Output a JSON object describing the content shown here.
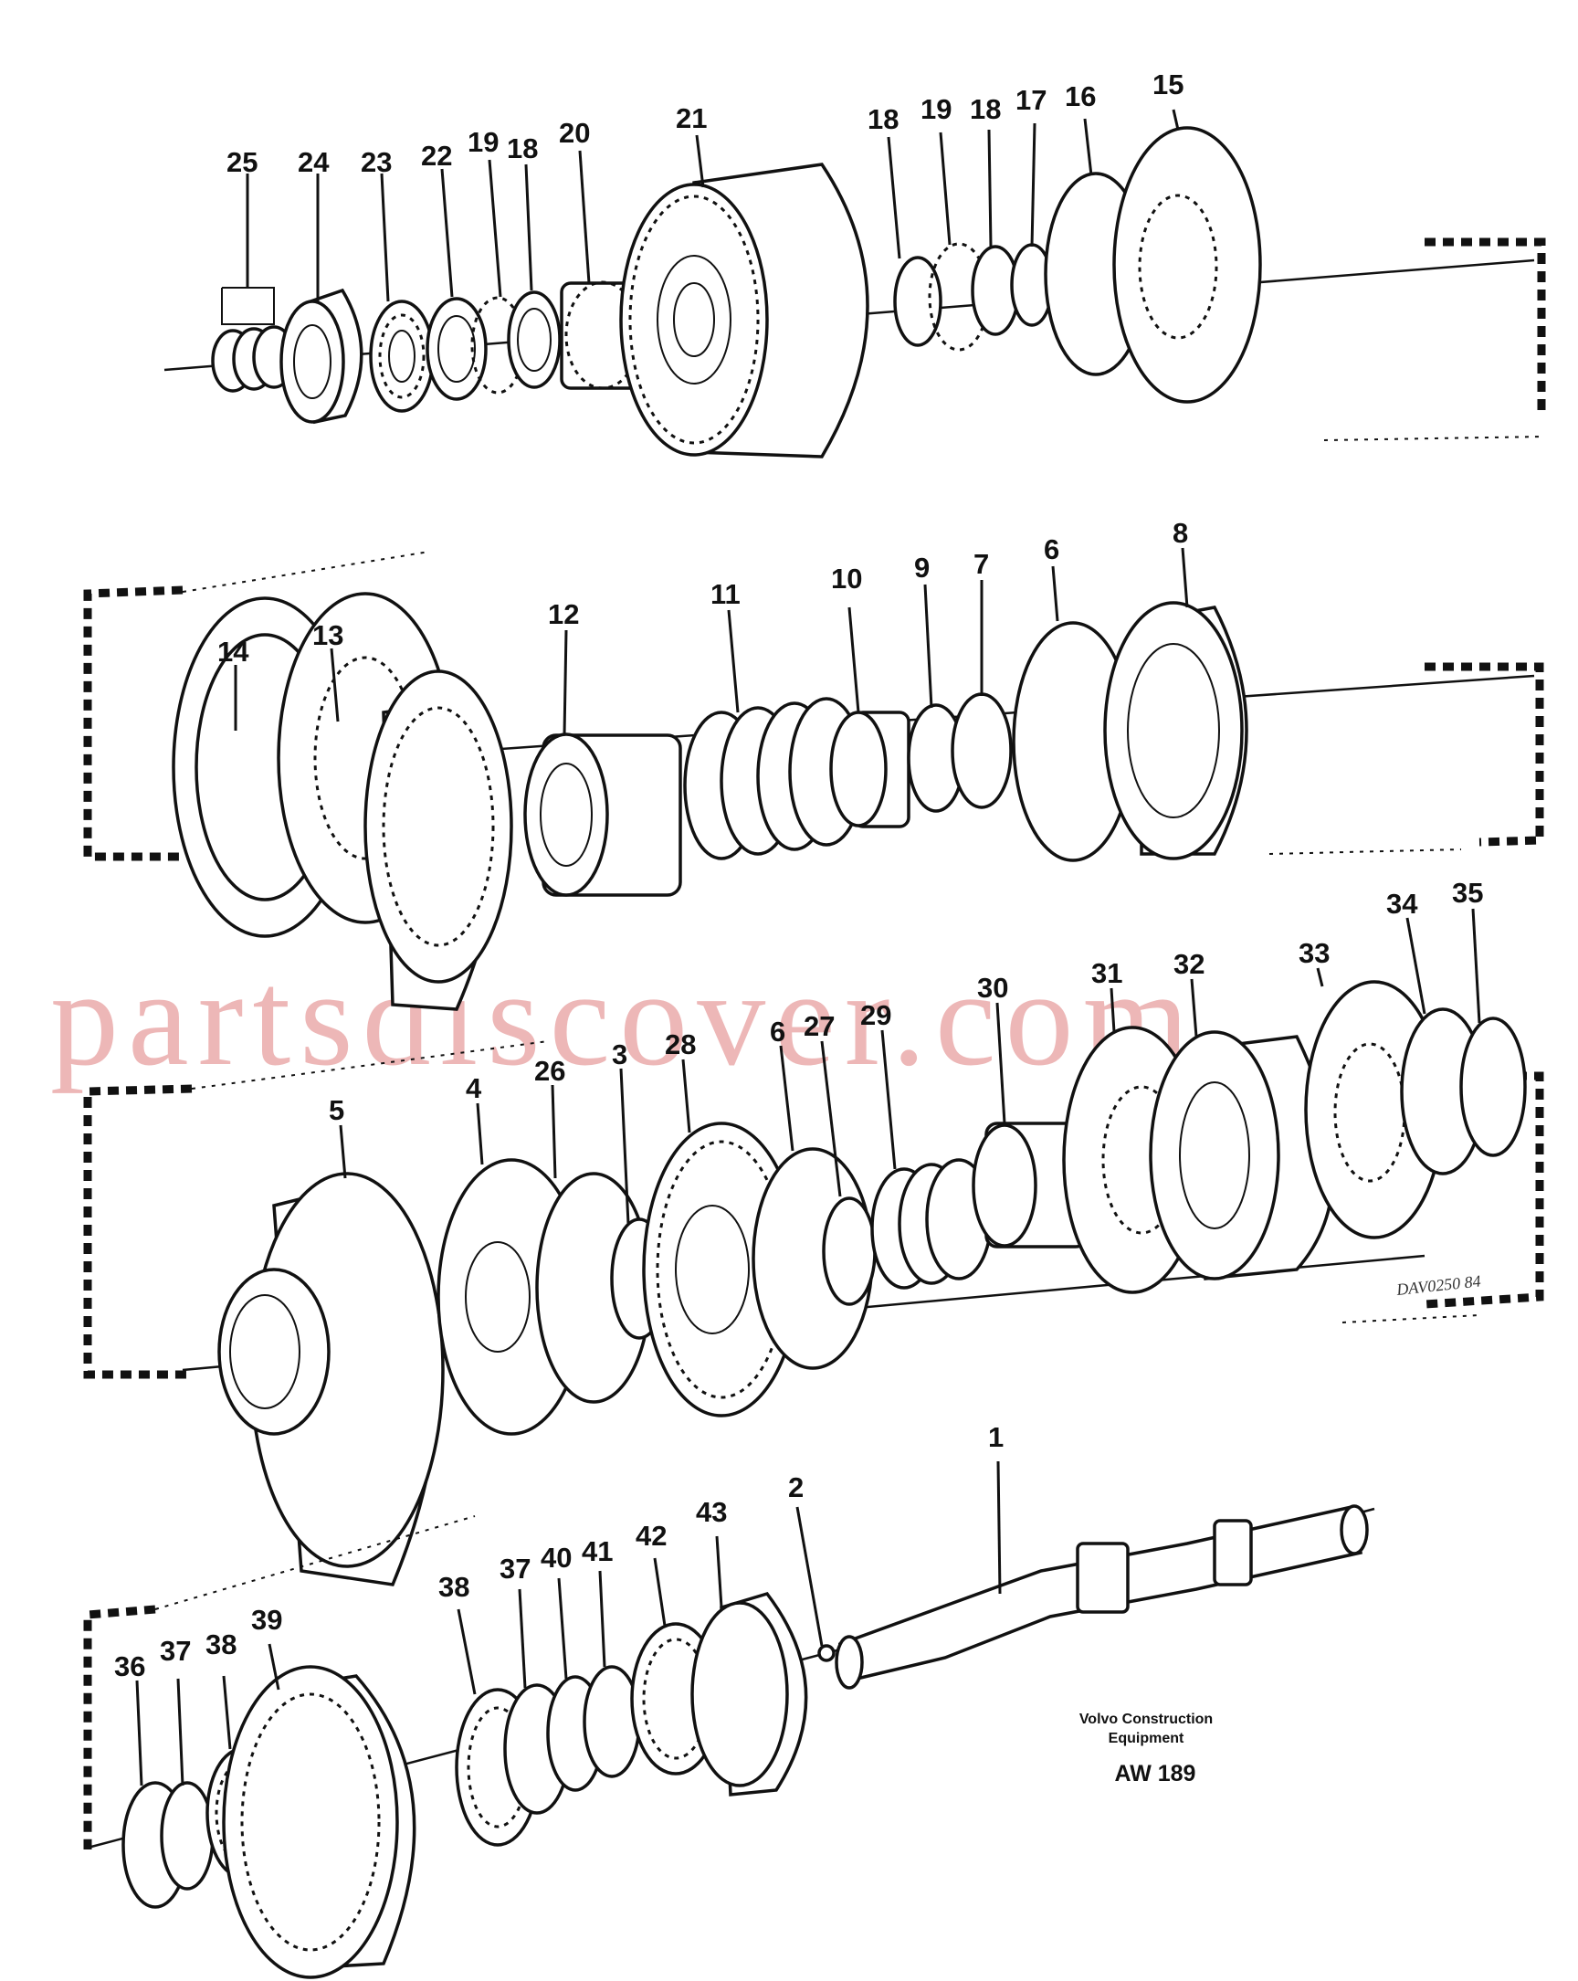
{
  "caption": {
    "line1": "Volvo Construction",
    "line2": "Equipment",
    "code": "AW 189"
  },
  "watermark": "partsdiscover.com",
  "signature": "DAV0250 84",
  "rows": [
    {
      "name": "row-1",
      "labels": [
        "25",
        "24",
        "23",
        "22",
        "19",
        "18",
        "20",
        "21",
        "18",
        "19",
        "18",
        "17",
        "16",
        "15"
      ]
    },
    {
      "name": "row-2",
      "labels": [
        "14",
        "13",
        "12",
        "11",
        "10",
        "9",
        "7",
        "6",
        "8"
      ]
    },
    {
      "name": "row-3",
      "labels": [
        "5",
        "4",
        "26",
        "3",
        "28",
        "6",
        "27",
        "29",
        "30",
        "31",
        "32",
        "33",
        "34",
        "35"
      ]
    },
    {
      "name": "row-4",
      "labels": [
        "36",
        "37",
        "38",
        "39",
        "38",
        "37",
        "40",
        "41",
        "42",
        "43",
        "2",
        "1"
      ]
    }
  ],
  "colors": {
    "line": "#111111",
    "watermark": "#e7a0a0"
  }
}
